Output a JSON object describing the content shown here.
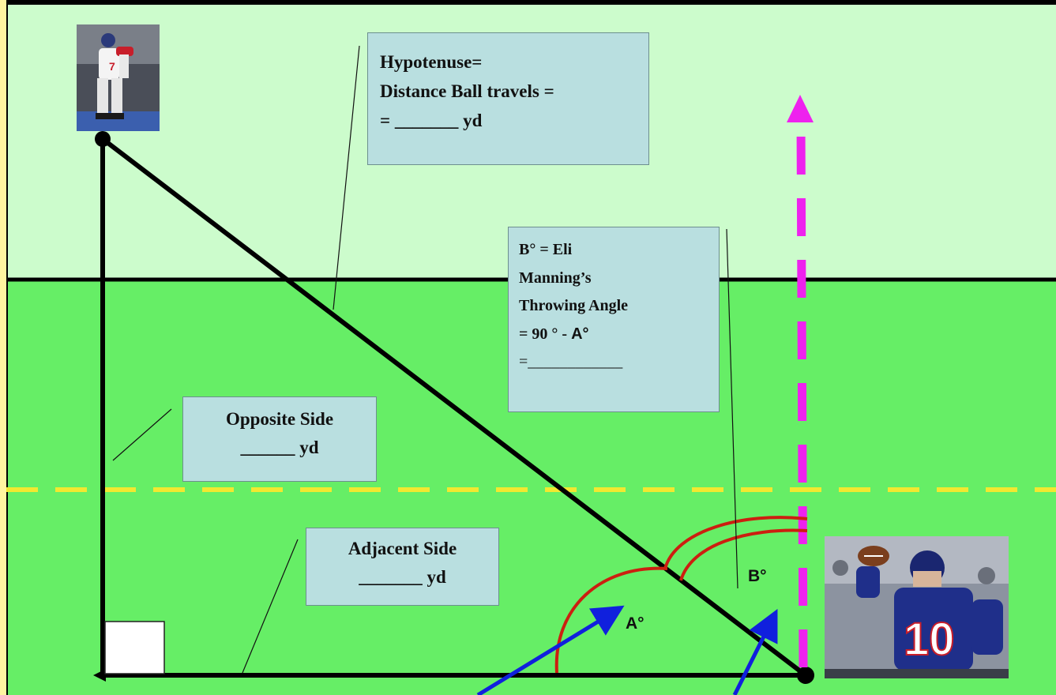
{
  "colors": {
    "sky_zone": "#ccfccc",
    "field_zone": "#66ee66",
    "yard_line": "#f2e830",
    "route_arrow": "#ee22ee",
    "angle_arcs": "#cc1f10",
    "pointer_arrows": "#1020dd",
    "label_fill": "#b9dfe0",
    "left_margin": "#fff5a0"
  },
  "hypotenuse_box": {
    "line1": "Hypotenuse=",
    "line2": "Distance Ball travels =",
    "line3": "= _______ yd"
  },
  "angle_b_box": {
    "line1": "B° = Eli",
    "line2": "Manning’s",
    "line3": "Throwing Angle",
    "line4_prefix": "= 90 ° - ",
    "line4_symbol": "A°",
    "line5": "=____________"
  },
  "opposite_box": {
    "line1": "Opposite Side",
    "line2": "______ yd"
  },
  "adjacent_box": {
    "line1": "Adjacent Side",
    "line2": "_______ yd"
  },
  "angle_labels": {
    "a": "A°",
    "b": "B°"
  },
  "photos": {
    "receiver_icon": "receiver-photo",
    "quarterback_icon": "quarterback-photo",
    "jersey_number": "10"
  }
}
